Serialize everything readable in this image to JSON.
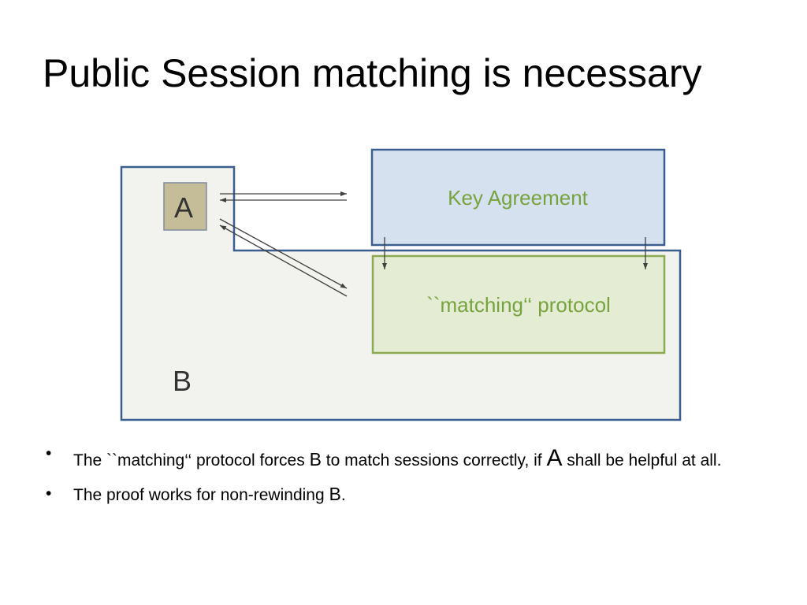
{
  "slide": {
    "title": "Public Session matching is necessary"
  },
  "diagram": {
    "box_a_label": "A",
    "box_b_label": "B",
    "key_agreement_label": "Key Agreement",
    "matching_protocol_label": "``matching‘‘ protocol",
    "colors": {
      "b_region_fill": "#f2f2ee",
      "b_region_border": "#3a5f8f",
      "a_box_fill": "#c4bd97",
      "key_agreement_fill": "#d6e1ef",
      "key_agreement_border": "#3a5f8f",
      "matching_fill": "#e5ecd4",
      "matching_border": "#8caa52",
      "box_text_color": "#77a33e",
      "arrow_color": "#404040"
    }
  },
  "bullets": [
    {
      "t1": "The ``matching‘‘ protocol forces ",
      "v1": "B",
      "t2": " to match sessions correctly, if ",
      "v2": "A",
      "t3": " shall be helpful at all."
    },
    {
      "t1": "The proof works for non-rewinding ",
      "v1": "B",
      "t2": "."
    }
  ]
}
